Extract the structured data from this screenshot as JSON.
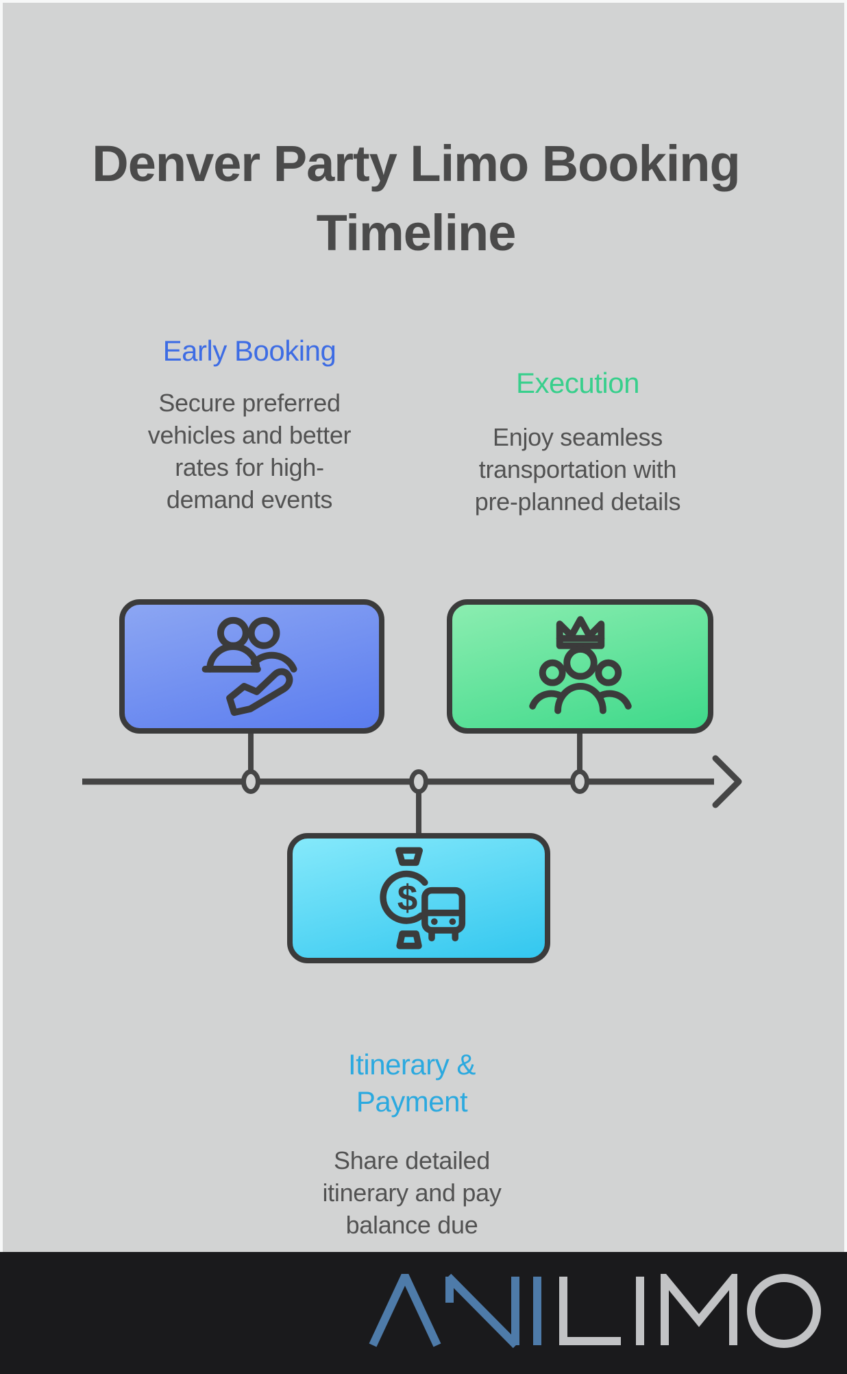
{
  "title": {
    "line1": "Denver Party Limo Booking",
    "line2": "Timeline"
  },
  "steps": [
    {
      "id": "early-booking",
      "heading": "Early Booking",
      "heading_color": "#3d6ce4",
      "body_lines": [
        "Secure preferred",
        "vehicles and better",
        "rates for high-",
        "demand events"
      ],
      "icon": "group-travel-plane-icon",
      "card_gradient": [
        "#8ca6f3",
        "#5a7cef"
      ]
    },
    {
      "id": "execution",
      "heading": "Execution",
      "heading_color": "#38cf8c",
      "body_lines": [
        "Enjoy seamless",
        "transportation with",
        "pre-planned details"
      ],
      "icon": "vip-group-crown-icon",
      "card_gradient": [
        "#8bedb0",
        "#3ed98a"
      ]
    },
    {
      "id": "itinerary-payment",
      "heading": "Itinerary & Payment",
      "heading_lines": [
        "Itinerary &",
        "Payment"
      ],
      "heading_color": "#2ba9df",
      "body_lines": [
        "Share detailed",
        "itinerary and pay",
        "balance due"
      ],
      "icon": "watch-dollar-bus-icon",
      "icon_dollar_glyph": "$",
      "card_gradient": [
        "#85e9fb",
        "#33c7ef"
      ]
    }
  ],
  "timeline": {
    "direction": "left-to-right",
    "marker_count": 3,
    "line_color": "#454545"
  },
  "footer": {
    "logo_text": "ANILIMO",
    "logo_primary": "ANI",
    "logo_secondary": "LIMO",
    "logo_primary_color": "#4e7ba9",
    "logo_secondary_color": "#c2c3c5",
    "background_color": "#1a1a1c"
  },
  "colors": {
    "page_background": "#d2d3d3",
    "outer_border": "#f7f8f8",
    "title_text": "#4a4a4a",
    "body_text": "#525252",
    "card_border": "#3b3b3b",
    "icon_stroke": "#3b3b3b"
  }
}
